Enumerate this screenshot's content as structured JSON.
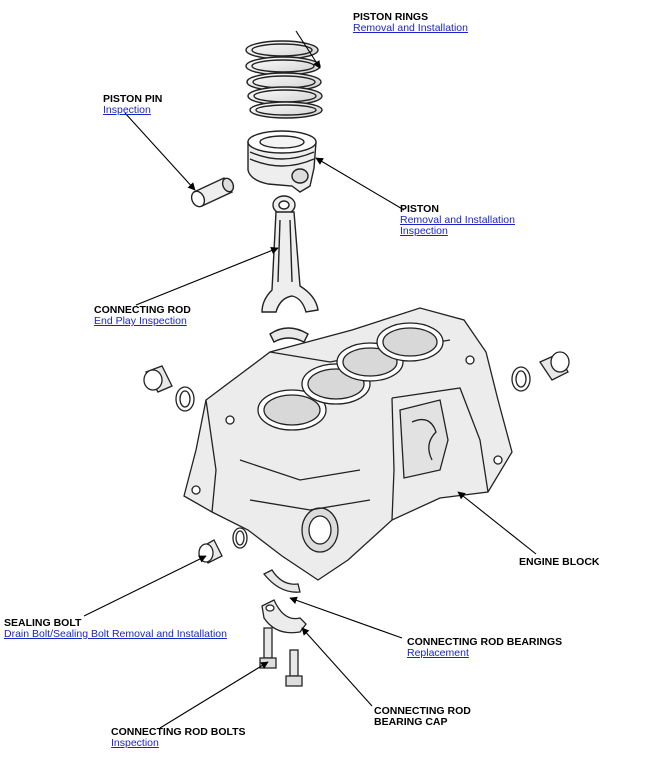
{
  "labels": {
    "piston_rings": {
      "title": "PISTON RINGS",
      "links": [
        "Removal and Installation"
      ]
    },
    "piston_pin": {
      "title": "PISTON PIN",
      "links": [
        "Inspection"
      ]
    },
    "piston": {
      "title": "PISTON",
      "links": [
        "Removal and Installation",
        "Inspection"
      ]
    },
    "connecting_rod": {
      "title": "CONNECTING ROD",
      "links": [
        "End Play Inspection"
      ]
    },
    "engine_block": {
      "title": "ENGINE BLOCK"
    },
    "sealing_bolt": {
      "title": "SEALING BOLT",
      "links": [
        "Drain Bolt/Sealing Bolt Removal and Installation"
      ]
    },
    "connecting_rod_bearings": {
      "title": "CONNECTING ROD BEARINGS",
      "links": [
        "Replacement"
      ]
    },
    "connecting_rod_bearing_cap": {
      "title_line1": "CONNECTING ROD",
      "title_line2": "BEARING CAP"
    },
    "connecting_rod_bolts": {
      "title": "CONNECTING ROD BOLTS",
      "links": [
        "Inspection"
      ]
    }
  },
  "colors": {
    "link": "#1a24c8",
    "line": "#000000",
    "part_fill": "#f2f2f2",
    "part_stroke": "#222222"
  }
}
